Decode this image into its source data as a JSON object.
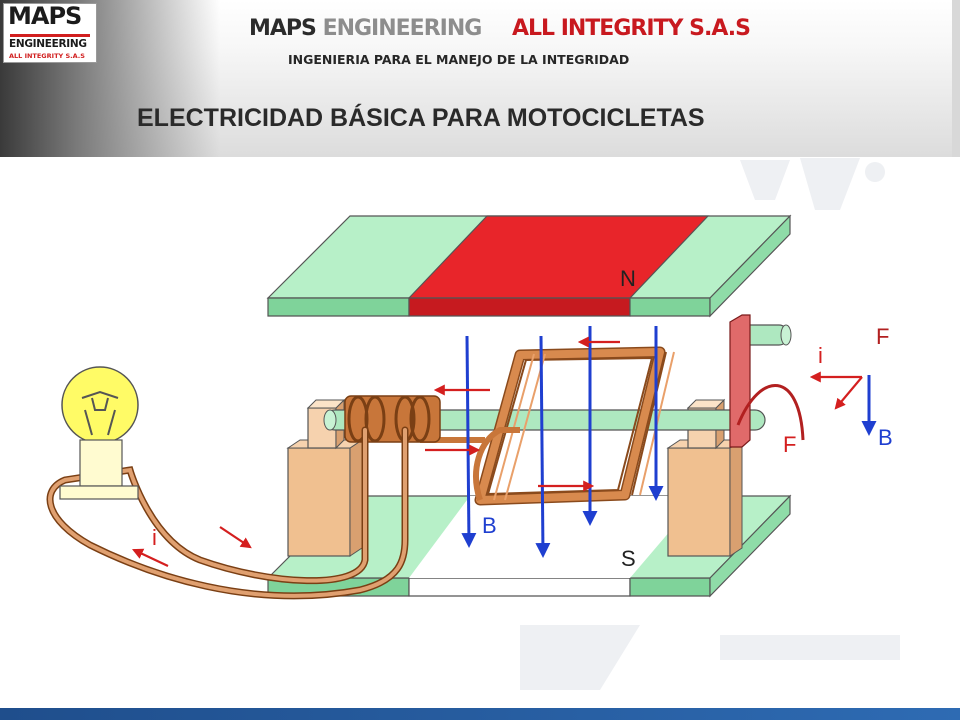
{
  "header": {
    "logo_main": "MAPS",
    "logo_sub": "ENGINEERING",
    "logo_tag": "ALL INTEGRITY S.A.S",
    "brand_maps": "MAPS",
    "brand_engineering": "ENGINEERING",
    "brand_integrity": "ALL INTEGRITY S.A.S",
    "tagline": "INGENIERIA PARA EL MANEJO DE LA INTEGRIDAD",
    "title": "ELECTRICIDAD BÁSICA PARA MOTOCICLETAS"
  },
  "diagram": {
    "north_label": "N",
    "south_label": "S",
    "field_label": "B",
    "current_label_left": "i",
    "current_label_right": "i",
    "force_label_top": "F",
    "force_label_coil": "F",
    "field_label_right": "B"
  },
  "colors": {
    "north_pole": "#e8252a",
    "pole_green": "#9ce8b4",
    "field_blue": "#1f3fd0",
    "current_red": "#d41f1f",
    "coil_copper": "#c8763a",
    "bulb_yellow": "#fffb66",
    "bottom_bar": "#2e6bb3"
  }
}
